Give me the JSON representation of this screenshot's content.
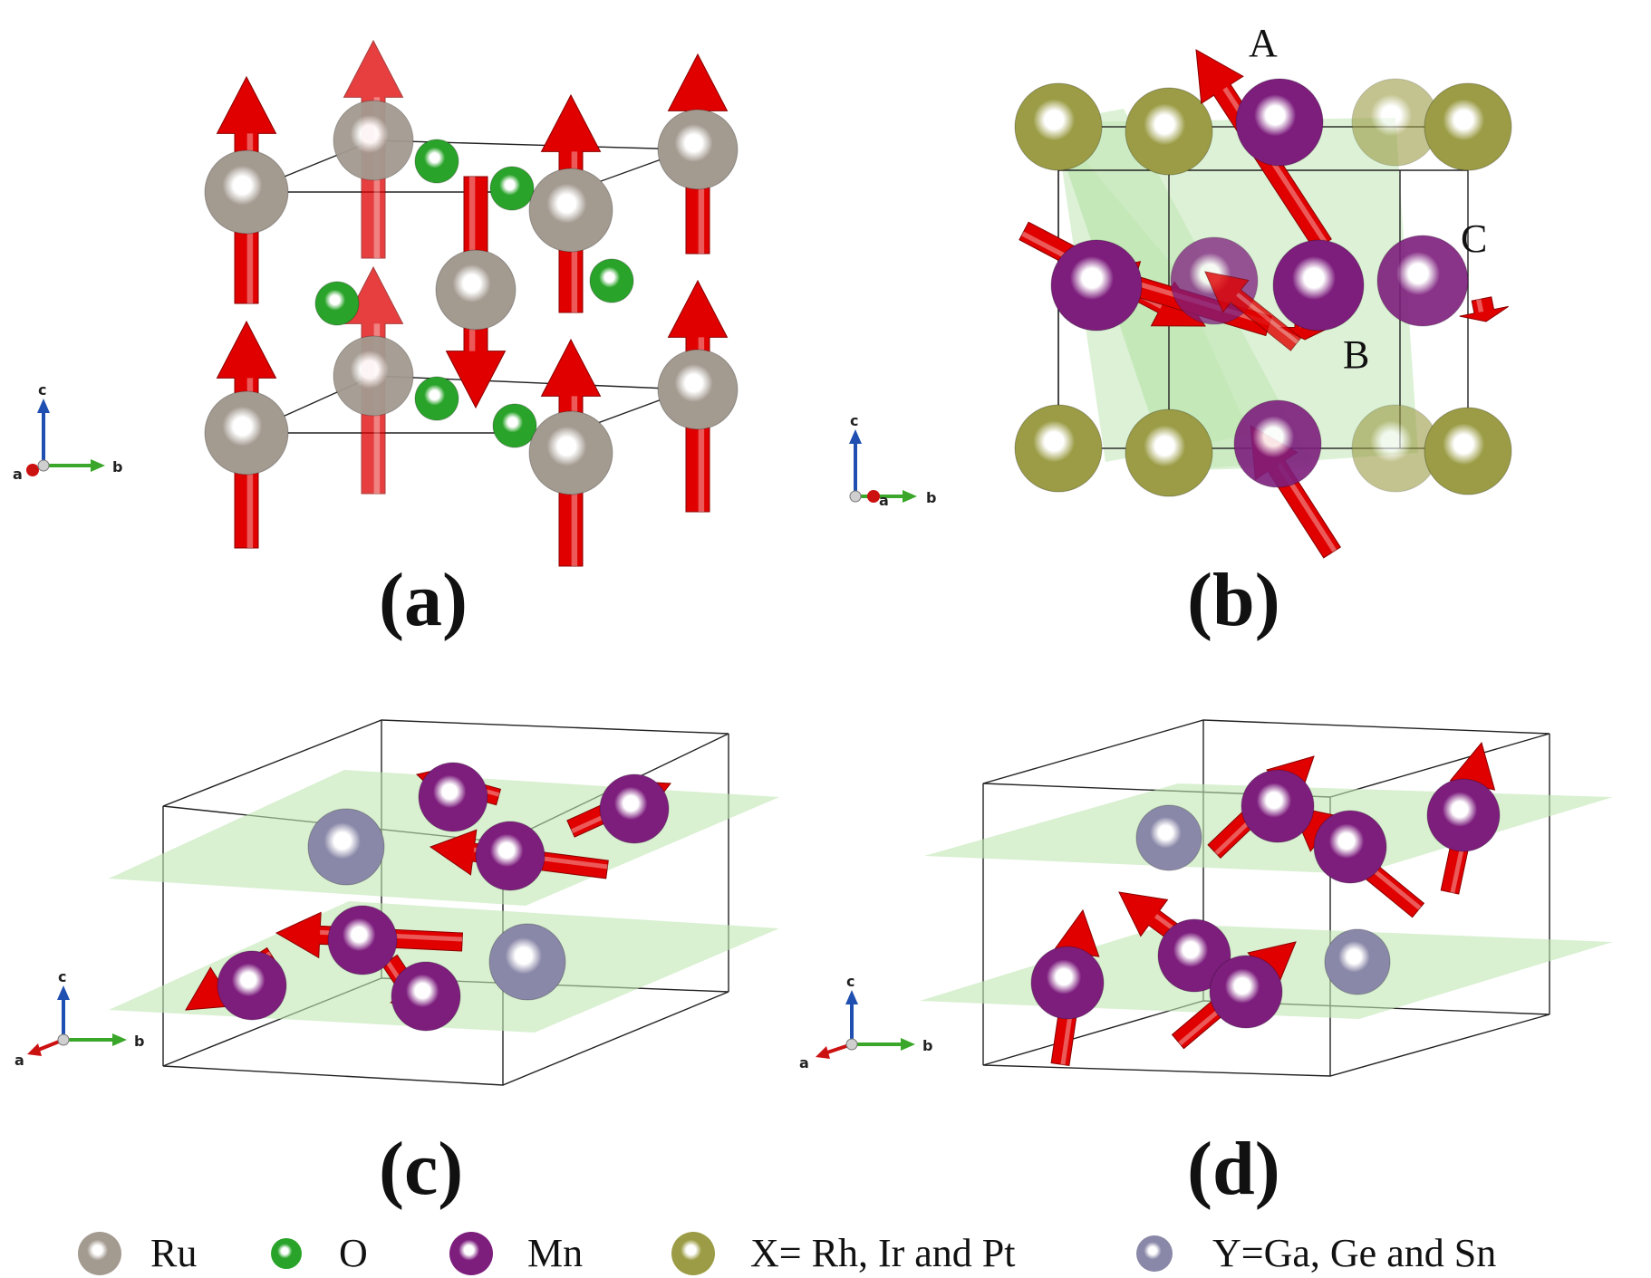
{
  "colors": {
    "ru": "#a39a90",
    "o": "#29a329",
    "mn": "#7d1e7d",
    "x": "#9b9c45",
    "y": "#8a88a8",
    "arrow": "#e00000",
    "plane": "#bfe6b2",
    "axis_a": "#cc1111",
    "axis_b": "#3aa62a",
    "axis_c": "#1f4fb0"
  },
  "panels": [
    {
      "label": "(a)",
      "axes": {
        "a": "a",
        "b": "b",
        "c": "c"
      }
    },
    {
      "label": "(b)",
      "axes": {
        "a": "a",
        "b": "b",
        "c": "c"
      },
      "sites": [
        "A",
        "B",
        "C"
      ]
    },
    {
      "label": "(c)",
      "axes": {
        "a": "a",
        "b": "b",
        "c": "c"
      }
    },
    {
      "label": "(d)",
      "axes": {
        "a": "a",
        "b": "b",
        "c": "c"
      }
    }
  ],
  "legend": [
    {
      "key": "ru",
      "label": "Ru",
      "icon": "ru-atom-icon"
    },
    {
      "key": "o",
      "label": "O",
      "icon": "o-atom-icon"
    },
    {
      "key": "mn",
      "label": "Mn",
      "icon": "mn-atom-icon"
    },
    {
      "key": "x",
      "label": "X= Rh, Ir and Pt",
      "icon": "x-atom-icon"
    },
    {
      "key": "y",
      "label": "Y=Ga, Ge and Sn",
      "icon": "y-atom-icon"
    }
  ]
}
